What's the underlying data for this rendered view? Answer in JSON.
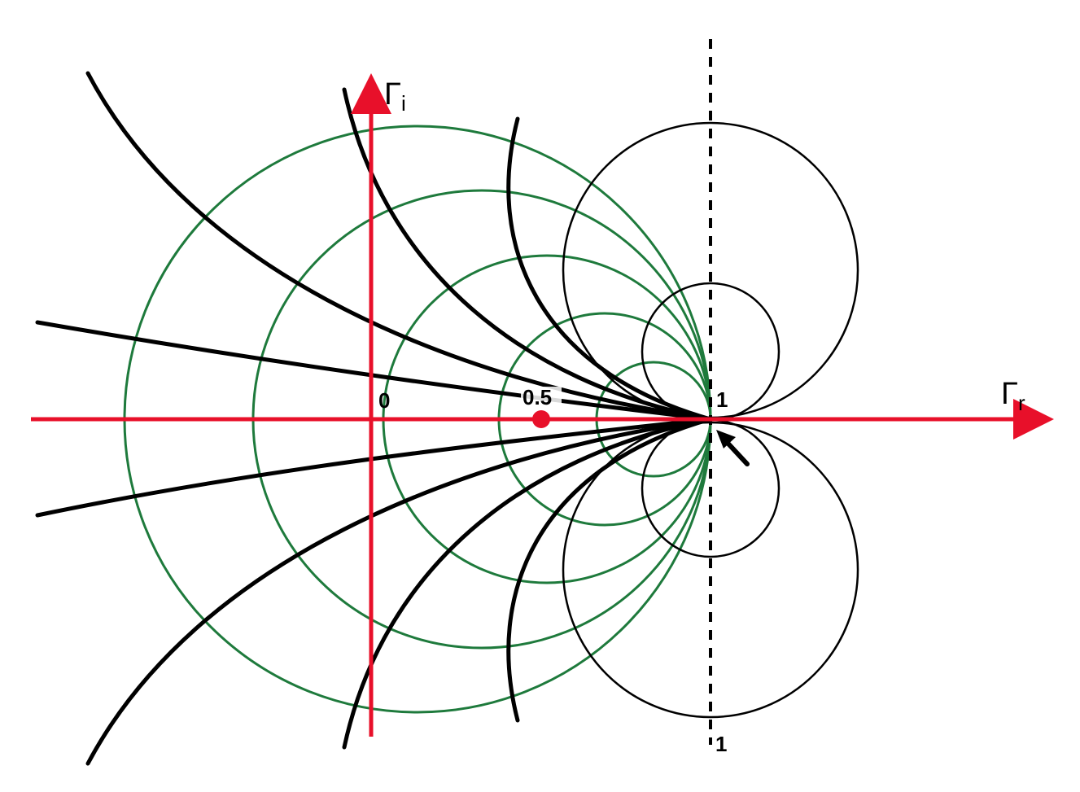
{
  "axes": {
    "real_label_main": "Γ",
    "real_label_sub": "r",
    "imag_label_main": "Γ",
    "imag_label_sub": "i"
  },
  "labels": {
    "origin": "0",
    "half": "0.5",
    "one_top": "1",
    "one_bottom": "1"
  },
  "colors": {
    "axis": "#e8102a",
    "g_circle": "#1e7a3c",
    "b_curve": "#000000",
    "marker": "#e8102a"
  }
}
